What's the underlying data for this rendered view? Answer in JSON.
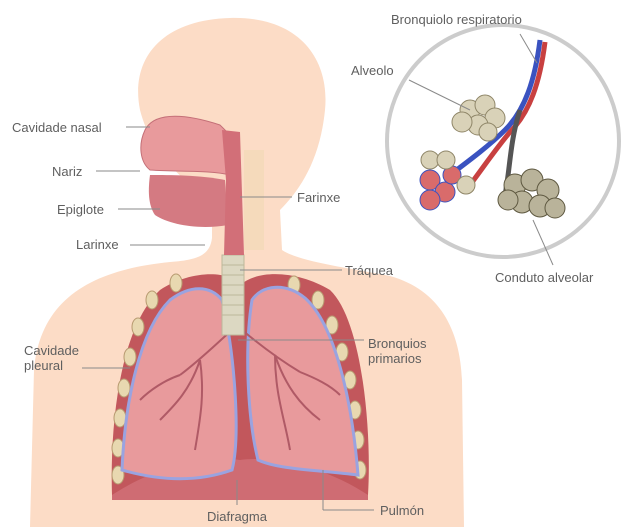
{
  "labels": {
    "cavidade_nasal": "Cavidade nasal",
    "nariz": "Nariz",
    "epiglote": "Epiglote",
    "larinxe": "Larinxe",
    "farinxe": "Farinxe",
    "traquea": "Tráquea",
    "cavidade_pleural_1": "Cavidade",
    "cavidade_pleural_2": "pleural",
    "bronquios_1": "Bronquios",
    "bronquios_2": "primarios",
    "diafragma": "Diafragma",
    "pulmon": "Pulmón",
    "bronquiolo": "Bronquiolo respiratorio",
    "alveolo": "Alveolo",
    "conduto": "Conduto alveolar"
  },
  "colors": {
    "skin": "#fcdcc6",
    "lung": "#e89a9c",
    "lung_outline": "#9aa3e0",
    "tissue": "#d4737b",
    "label_text": "#5f5f5f",
    "leader_line": "#8a8a8a"
  }
}
